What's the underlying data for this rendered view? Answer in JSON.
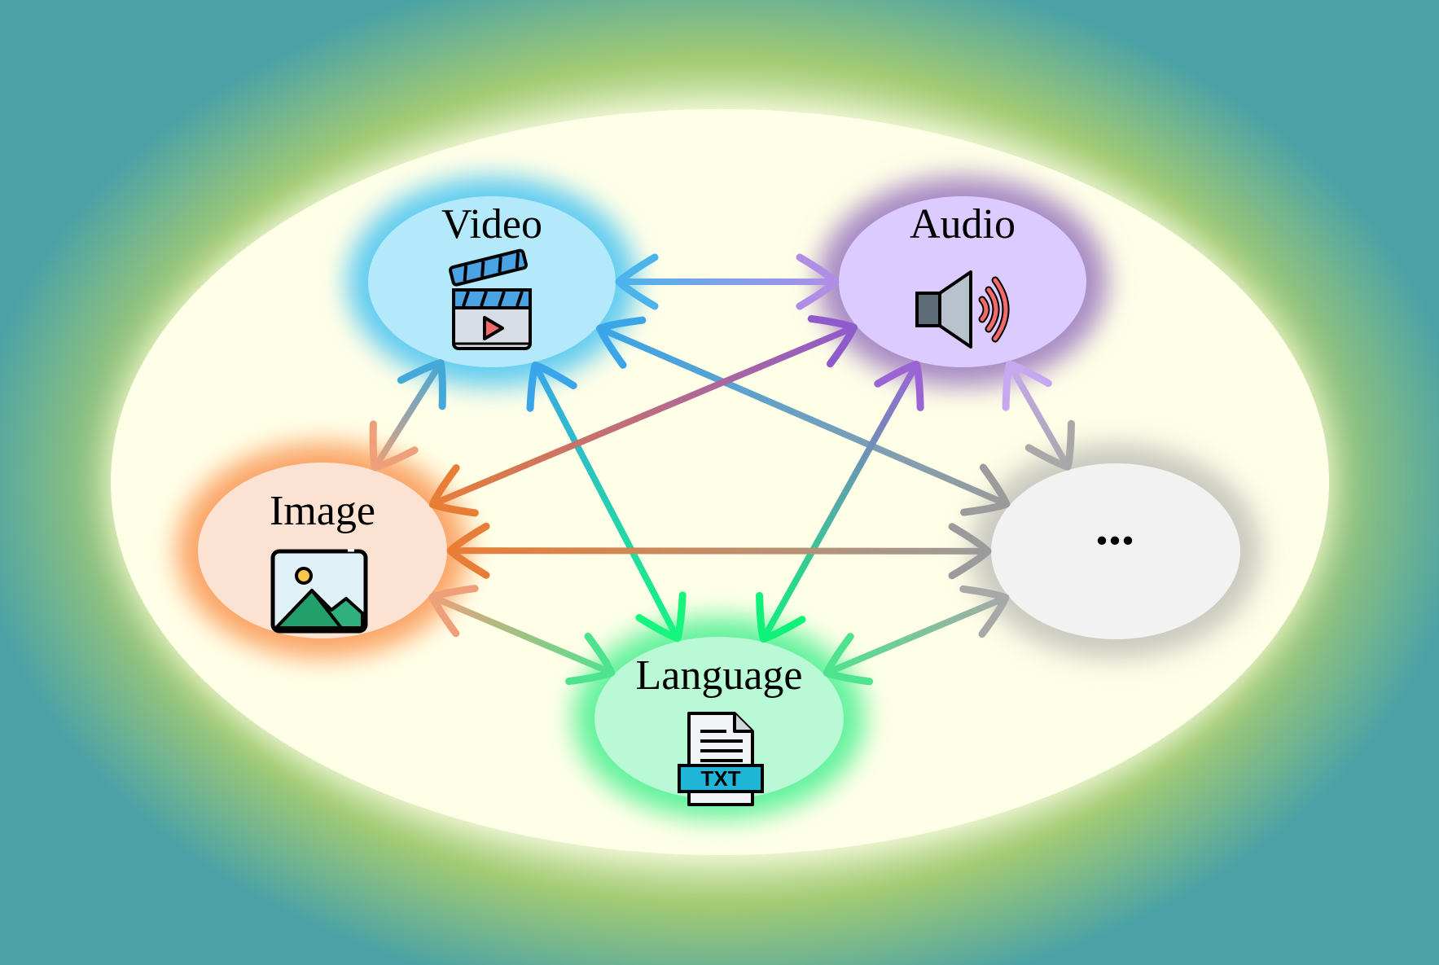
{
  "nodes": {
    "video": {
      "label": "Video",
      "fill": "#b3e9fb",
      "glow": "#62ccf0"
    },
    "audio": {
      "label": "Audio",
      "fill": "#dccbff",
      "glow": "#a78ac4"
    },
    "image": {
      "label": "Image",
      "fill": "#fbe2d2",
      "glow": "#fba466"
    },
    "language": {
      "label": "Language",
      "fill": "#baf9d6",
      "glow": "#62f29c"
    },
    "other": {
      "label": "...",
      "fill": "#f2f2f2",
      "glow": "#c9c9c0"
    }
  },
  "edges": [
    {
      "from": "video",
      "to": "audio",
      "from_color": "#4cb4ea",
      "to_color": "#b08ee6"
    },
    {
      "from": "video",
      "to": "image",
      "from_color": "#44a8d8",
      "to_color": "#eda07a"
    },
    {
      "from": "video",
      "to": "language",
      "from_color": "#3aa5e8",
      "to_color": "#16f57e"
    },
    {
      "from": "video",
      "to": "other",
      "from_color": "#3aa5e8",
      "to_color": "#9b9b9b"
    },
    {
      "from": "audio",
      "to": "image",
      "from_color": "#8f5bcc",
      "to_color": "#e87e35"
    },
    {
      "from": "audio",
      "to": "language",
      "from_color": "#9a64d4",
      "to_color": "#0ff27a"
    },
    {
      "from": "audio",
      "to": "other",
      "from_color": "#c6a8f0",
      "to_color": "#a8a8a8"
    },
    {
      "from": "image",
      "to": "other",
      "from_color": "#e87e35",
      "to_color": "#9b9b9b"
    },
    {
      "from": "image",
      "to": "language",
      "from_color": "#eda07a",
      "to_color": "#4ee38e"
    },
    {
      "from": "language",
      "to": "other",
      "from_color": "#4ee38e",
      "to_color": "#a8a8a8"
    }
  ],
  "background": {
    "outer": "#4aa2a6",
    "middle": "#a2cb74",
    "inner": "#ffffe8"
  },
  "icons": [
    "clapperboard-icon",
    "speaker-icon",
    "picture-icon",
    "txt-file-icon"
  ]
}
